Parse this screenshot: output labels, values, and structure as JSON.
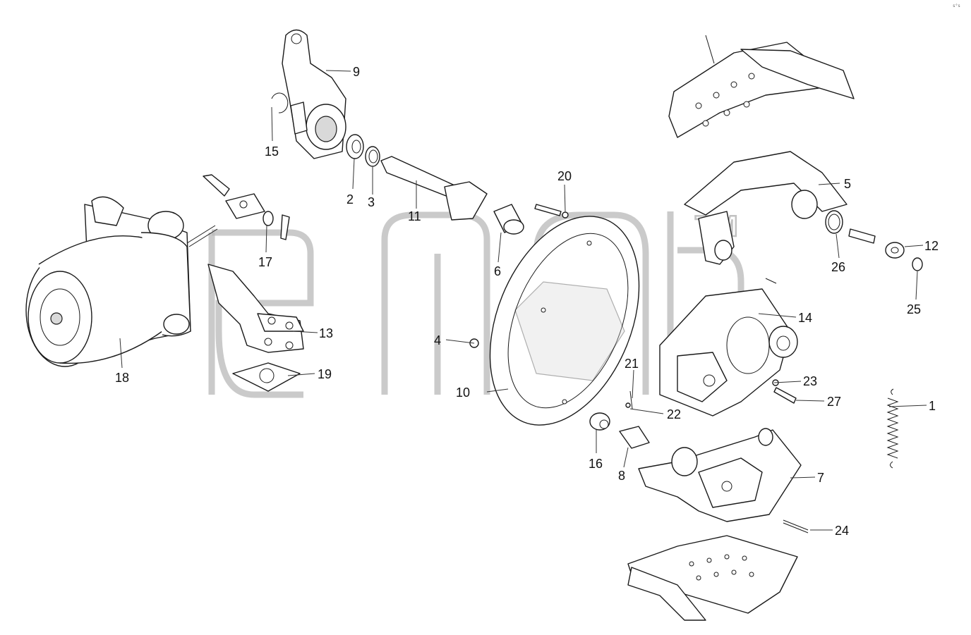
{
  "callouts": [
    {
      "id": "1",
      "label": "1"
    },
    {
      "id": "2",
      "label": "2"
    },
    {
      "id": "3",
      "label": "3"
    },
    {
      "id": "4",
      "label": "4"
    },
    {
      "id": "5",
      "label": "5"
    },
    {
      "id": "6",
      "label": "6"
    },
    {
      "id": "7",
      "label": "7"
    },
    {
      "id": "8",
      "label": "8"
    },
    {
      "id": "9",
      "label": "9"
    },
    {
      "id": "10",
      "label": "10"
    },
    {
      "id": "11",
      "label": "11"
    },
    {
      "id": "12",
      "label": "12"
    },
    {
      "id": "13",
      "label": "13"
    },
    {
      "id": "14",
      "label": "14"
    },
    {
      "id": "15",
      "label": "15"
    },
    {
      "id": "16",
      "label": "16"
    },
    {
      "id": "17",
      "label": "17"
    },
    {
      "id": "18",
      "label": "18"
    },
    {
      "id": "19",
      "label": "19"
    },
    {
      "id": "20",
      "label": "20"
    },
    {
      "id": "21",
      "label": "21"
    },
    {
      "id": "22",
      "label": "22"
    },
    {
      "id": "23",
      "label": "23"
    },
    {
      "id": "24",
      "label": "24"
    },
    {
      "id": "25",
      "label": "25"
    },
    {
      "id": "26",
      "label": "26"
    },
    {
      "id": "27",
      "label": "27"
    }
  ],
  "watermark": {
    "text": "emex",
    "trademark": "TM"
  },
  "corner_code": "s°s"
}
